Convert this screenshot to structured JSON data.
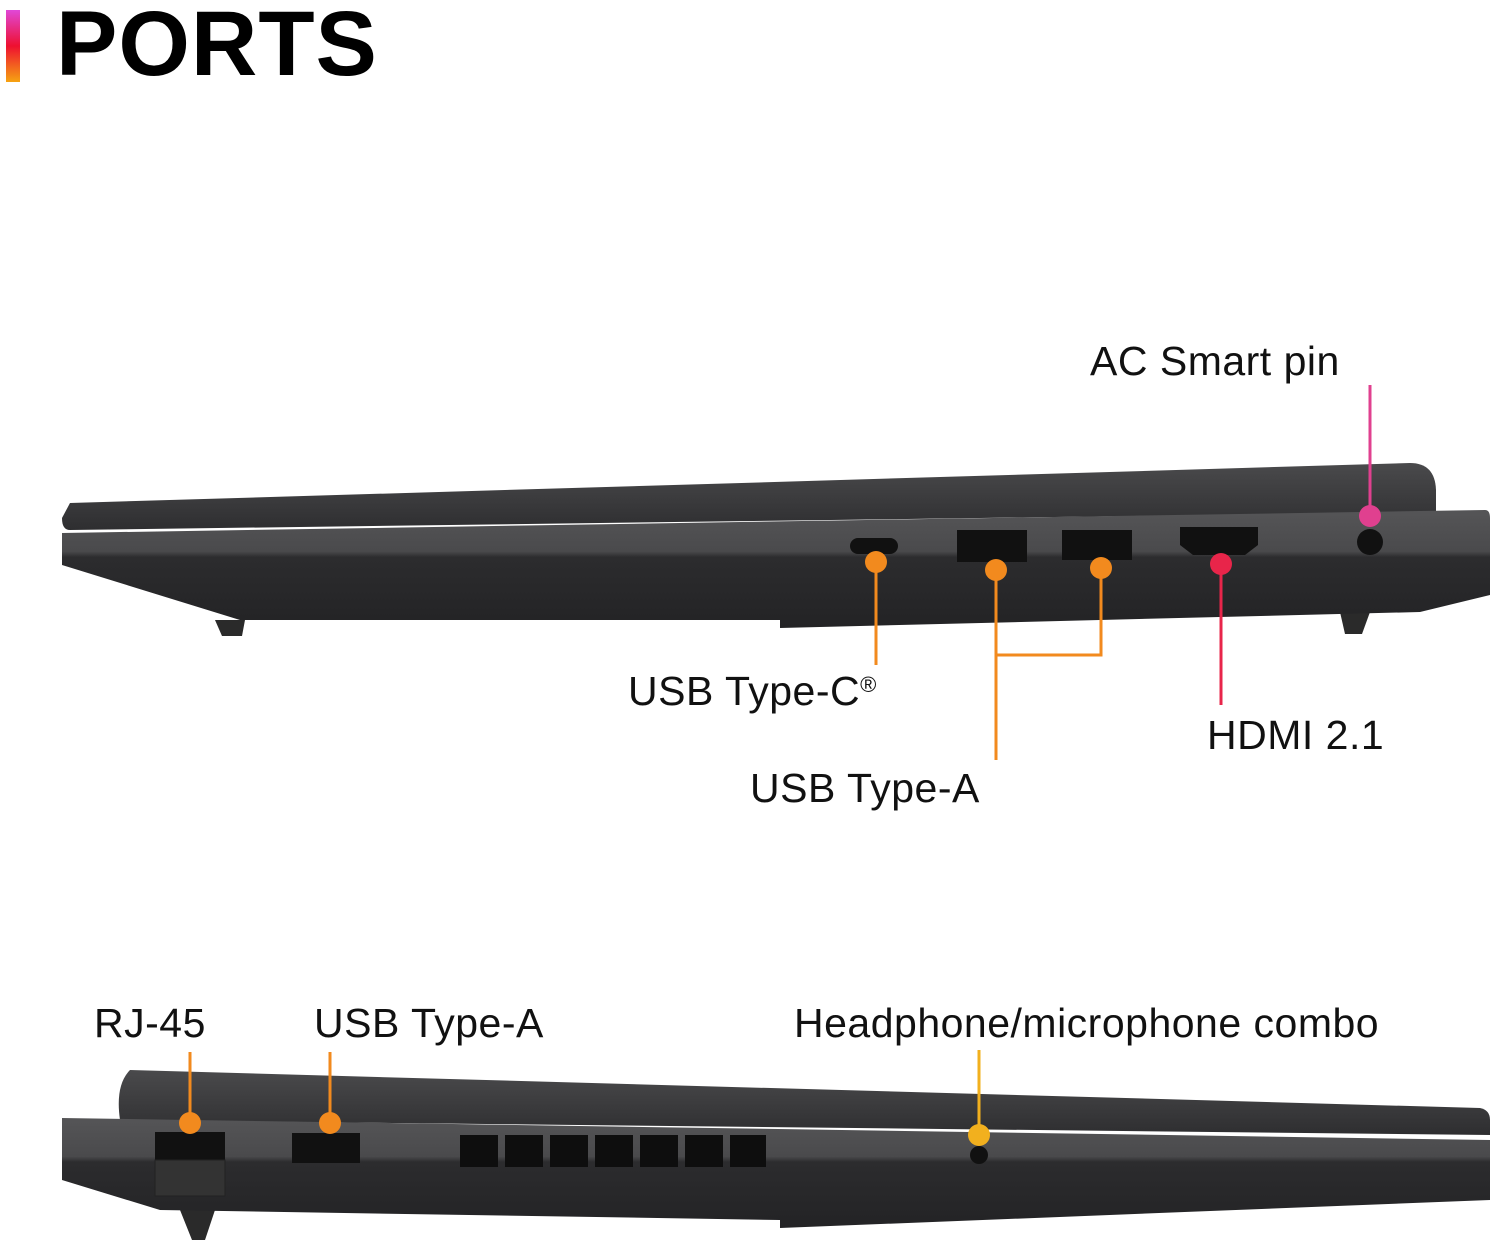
{
  "title": "PORTS",
  "colors": {
    "orange": "#f28a1e",
    "pink": "#e0408f",
    "red": "#e8254a",
    "yellow": "#f2b01e",
    "body": "#3a3a3c"
  },
  "right_side": {
    "ac_smart_pin": "AC Smart pin",
    "usb_type_c": "USB Type-C",
    "usb_type_c_mark": "®",
    "usb_type_a": "USB Type-A",
    "hdmi": "HDMI 2.1"
  },
  "left_side": {
    "rj45": "RJ-45",
    "usb_type_a": "USB Type-A",
    "headphone": "Headphone/microphone combo"
  }
}
